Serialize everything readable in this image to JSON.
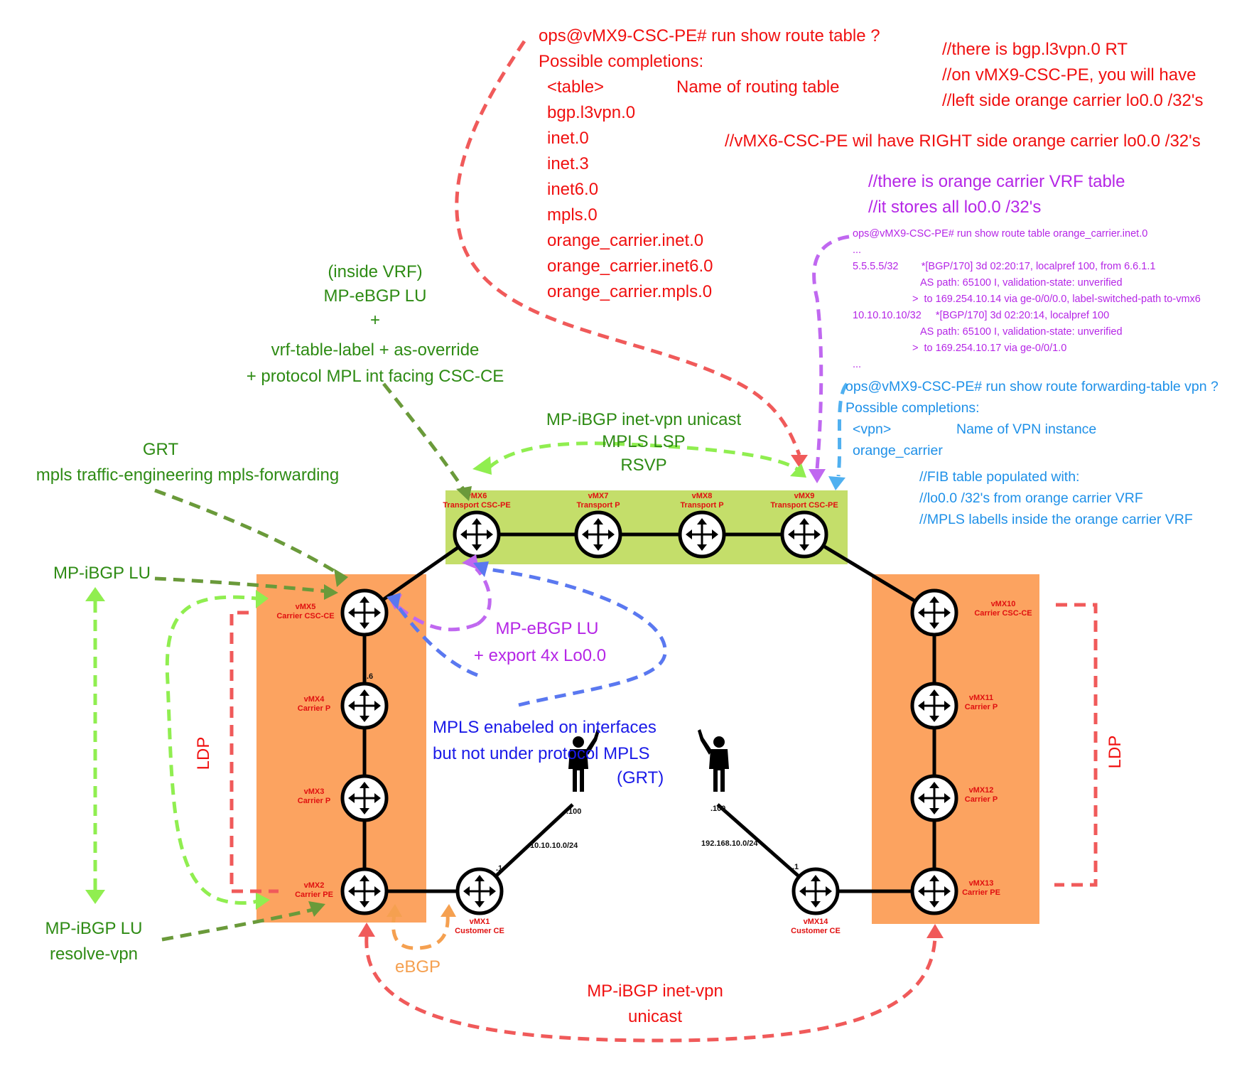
{
  "colors": {
    "red": "#f01010",
    "green": "#2e8b14",
    "purple": "#b526e6",
    "blue": "#1a1ae8",
    "cyan": "#1e90e8",
    "lime": "#c4de6a",
    "orange": "#fca360",
    "arrow_red": "#f05a5a",
    "arrow_lime": "#90ee50",
    "arrow_olive": "#6a9a3a",
    "arrow_violet": "#c068f0",
    "arrow_blue": "#5a78f0",
    "arrow_cyan": "#50b0f0",
    "arrow_orange": "#f5a050"
  },
  "routers": {
    "vmx6": {
      "name": "vMX6",
      "role": "Transport CSC-PE"
    },
    "vmx7": {
      "name": "vMX7",
      "role": "Transport P"
    },
    "vmx8": {
      "name": "vMX8",
      "role": "Transport P"
    },
    "vmx9": {
      "name": "vMX9",
      "role": "Transport CSC-PE"
    },
    "vmx5": {
      "name": "vMX5",
      "role": "Carrier CSC-CE"
    },
    "vmx4": {
      "name": "vMX4",
      "role": "Carrier P"
    },
    "vmx3": {
      "name": "vMX3",
      "role": "Carrier P"
    },
    "vmx2": {
      "name": "vMX2",
      "role": "Carrier PE"
    },
    "vmx1": {
      "name": "vMX1",
      "role": "Customer CE"
    },
    "vmx10": {
      "name": "vMX10",
      "role": "Carrier CSC-CE"
    },
    "vmx11": {
      "name": "vMX11",
      "role": "Carrier P"
    },
    "vmx12": {
      "name": "vMX12",
      "role": "Carrier P"
    },
    "vmx13": {
      "name": "vMX13",
      "role": "Carrier PE"
    },
    "vmx14": {
      "name": "vMX14",
      "role": "Customer CE"
    }
  },
  "link_labels": {
    "vmx5_vmx4": ".6",
    "vmx1_dot": ".1",
    "host_left": ".100",
    "subnet_left": "10.10.10.0/24",
    "vmx14_dot": ".1",
    "host_right": ".100",
    "subnet_right": "192.168.10.0/24"
  },
  "cli_top": {
    "prompt": "ops@vMX9-CSC-PE# run show route table ?",
    "heading": "Possible completions:",
    "row1_key": "<table>",
    "row1_desc": "Name of routing table",
    "tables": [
      "bgp.l3vpn.0",
      "inet.0",
      "inet.3",
      "inet6.0",
      "mpls.0",
      "orange_carrier.inet.0",
      "orange_carrier.inet6.0",
      "orange_carrier.mpls.0"
    ]
  },
  "comments_red": [
    "//there is bgp.l3vpn.0 RT",
    "//on vMX9-CSC-PE, you will have",
    "//left side orange carrier lo0.0 /32's",
    "//vMX6-CSC-PE wil have RIGHT side orange carrier lo0.0 /32's"
  ],
  "comments_purple": [
    "//there is orange carrier VRF table",
    "//it stores all lo0.0 /32's"
  ],
  "route_output": [
    "ops@vMX9-CSC-PE# run show route table orange_carrier.inet.0",
    "...",
    "5.5.5.5/32        *[BGP/170] 3d 02:20:17, localpref 100, from 6.6.1.1",
    "AS path: 65100 I, validation-state: unverified",
    ">  to 169.254.10.14 via ge-0/0/0.0, label-switched-path to-vmx6",
    "10.10.10.10/32     *[BGP/170] 3d 02:20:14, localpref 100",
    "AS path: 65100 I, validation-state: unverified",
    ">  to 169.254.10.17 via ge-0/0/1.0",
    "..."
  ],
  "fib_cli": {
    "prompt": "ops@vMX9-CSC-PE# run show route forwarding-table vpn ?",
    "heading": "Possible completions:",
    "row1_key": "<vpn>",
    "row1_desc": "Name of VPN instance",
    "row2": "orange_carrier"
  },
  "comments_cyan": [
    "//FIB table populated with:",
    "//lo0.0 /32's from orange carrier VRF",
    "//MPLS labells inside the orange carrier VRF"
  ],
  "labels": {
    "vrf_lu": [
      "(inside VRF)",
      "MP-eBGP LU",
      "+",
      "vrf-table-label + as-override",
      "+ protocol MPL int facing CSC-CE"
    ],
    "transport": [
      "MP-iBGP inet-vpn unicast",
      "MPLS LSP",
      "RSVP"
    ],
    "grt": [
      "GRT",
      "mpls traffic-engineering mpls-forwarding"
    ],
    "mp_ibgp_lu": "MP-iBGP LU",
    "mp_ibgp_lu_resolve": [
      "MP-iBGP LU",
      "resolve-vpn"
    ],
    "mp_ebgp_lu_export": [
      "MP-eBGP LU",
      "+ export 4x Lo0.0"
    ],
    "mpls_enabled": [
      "MPLS enabeled on interfaces",
      "but not under protocol MPLS",
      "(GRT)"
    ],
    "ldp_left": "LDP",
    "ldp_right": "LDP",
    "ebgp": "eBGP",
    "bottom_ibgp": [
      "MP-iBGP inet-vpn",
      "unicast"
    ]
  }
}
